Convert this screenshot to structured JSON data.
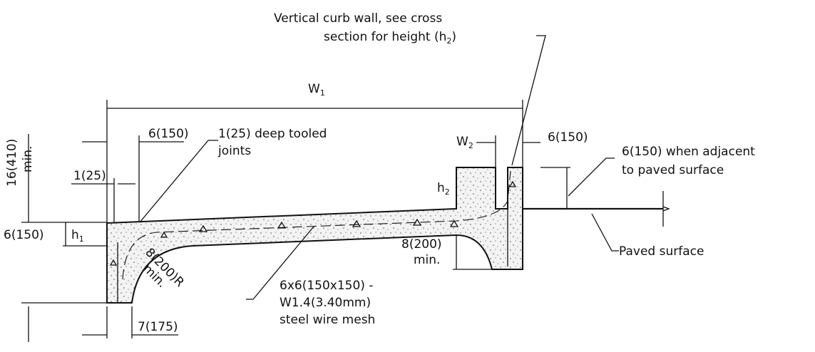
{
  "labels": {
    "curb_wall_line1": "Vertical curb wall, see cross",
    "curb_wall_line2": "section for height (h",
    "curb_wall_sub": "2",
    "curb_wall_end": ")",
    "w1": "W",
    "w1_sub": "1",
    "w2": "W",
    "w2_sub": "2",
    "h1": "h",
    "h1_sub": "1",
    "h2": "h",
    "h2_sub": "2",
    "dim_6_150_top": "6(150)",
    "joints_line1": "1(25) deep tooled",
    "joints_line2": "joints",
    "dim_6_150_right": "6(150)",
    "adjacent_line1": "6(150) when adjacent",
    "adjacent_line2": "to paved surface",
    "dim_16_410": "16(410)",
    "dim_min_left": "min.",
    "dim_1_25": "1(25)",
    "dim_6_150_left": "6(150)",
    "dim_8_200_r": "8(200)R",
    "dim_min_radius": "min.",
    "dim_8_200": "8(200)",
    "dim_min_8": "min.",
    "paved_surface": "Paved surface",
    "mesh_line1": "6x6(150x150) -",
    "mesh_line2": "W1.4(3.40mm)",
    "mesh_line3": "steel wire mesh",
    "dim_7_175": "7(175)"
  }
}
